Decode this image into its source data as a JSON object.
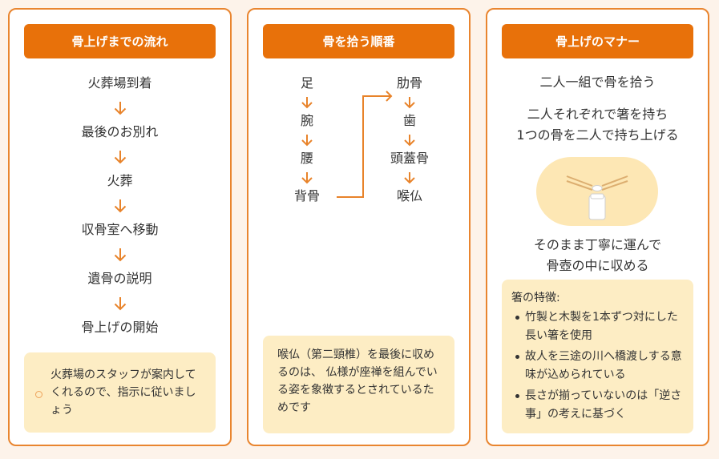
{
  "colors": {
    "page_background": "#fdf3ea",
    "card_border": "#e9852f",
    "header_background": "#e8710a",
    "header_text": "#ffffff",
    "arrow": "#e8832a",
    "note_background": "#fdedc4",
    "illustration_background": "#fde7b4",
    "text": "#333333"
  },
  "cards": [
    {
      "title": "骨上げまでの流れ",
      "steps": [
        "火葬場到着",
        "最後のお別れ",
        "火葬",
        "収骨室へ移動",
        "遺骨の説明",
        "骨上げの開始"
      ],
      "note": {
        "icon": "info-circle-icon",
        "text": "火葬場のスタッフが案内してくれるので、指示に従いましょう"
      }
    },
    {
      "title": "骨を拾う順番",
      "left_column": [
        "足",
        "腕",
        "腰",
        "背骨"
      ],
      "right_column": [
        "肋骨",
        "歯",
        "頭蓋骨",
        "喉仏"
      ],
      "note": {
        "text": "喉仏（第二頸椎）を最後に収めるのは、 仏様が座禅を組んでいる姿を象徴するとされているためです"
      }
    },
    {
      "title": "骨上げのマナー",
      "line1": "二人一組で骨を拾う",
      "line2a": "二人それぞれで箸を持ち",
      "line2b": "1つの骨を二人で持ち上げる",
      "illustration": "chopsticks-urn-icon",
      "line3a": "そのまま丁寧に運んで",
      "line3b": "骨壺の中に収める",
      "note": {
        "title": "箸の特徴:",
        "items": [
          "竹製と木製を1本ずつ対にした長い箸を使用",
          "故人を三途の川へ橋渡しする意味が込められている",
          "長さが揃っていないのは「逆さ事」の考えに基づく"
        ]
      }
    }
  ]
}
